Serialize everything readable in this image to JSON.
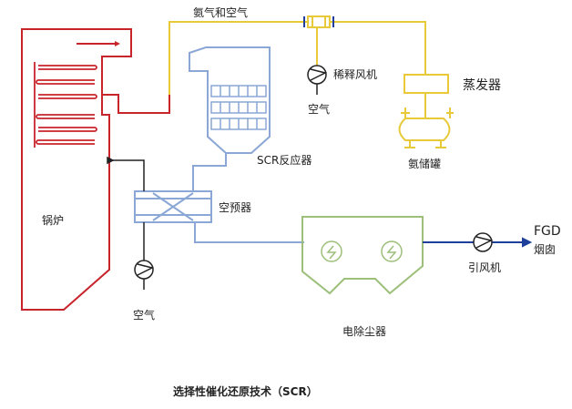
{
  "diagram": {
    "labels": {
      "ammonia_air": "氨气和空气",
      "dilution_fan": "稀释风机",
      "air_dilution": "空气",
      "evaporator": "蒸发器",
      "ammonia_tank": "氨储罐",
      "scr_reactor": "SCR反应器",
      "air_preheater": "空预器",
      "boiler": "锅炉",
      "air_bottom": "空气",
      "precipitator": "电除尘器",
      "induced_fan": "引风机",
      "fgd": "FGD",
      "chimney": "烟囱"
    },
    "caption": "选择性催化还原技术（SCR）",
    "colors": {
      "boiler": "#c8242c",
      "ammonia": "#e8c93a",
      "flue": "#8aa7d6",
      "precipitator": "#9cbf7a",
      "outlet": "#1f3f9c",
      "dark": "#222222"
    }
  }
}
